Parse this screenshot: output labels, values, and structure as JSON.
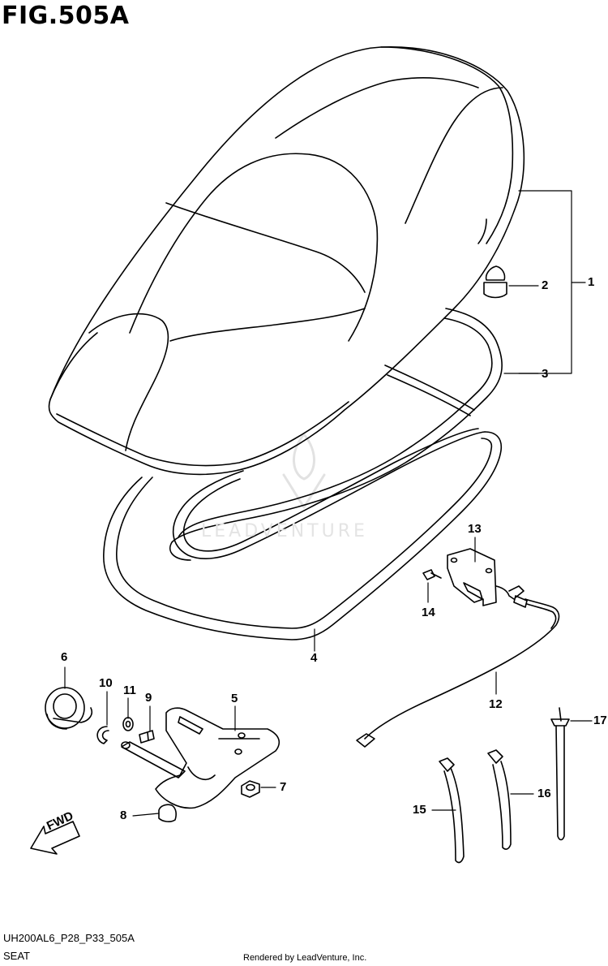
{
  "figure": {
    "title": "FIG.505A"
  },
  "footer": {
    "code": "UH200AL6_P28_P33_505A",
    "caption": "SEAT",
    "credit": "Rendered by LeadVenture, Inc."
  },
  "watermark": {
    "text": "LEADVENTURE"
  },
  "direction": {
    "label": "FWD"
  },
  "callouts": {
    "c1": "1",
    "c2": "2",
    "c3": "3",
    "c4": "4",
    "c5": "5",
    "c6": "6",
    "c7": "7",
    "c8": "8",
    "c9": "9",
    "c10": "10",
    "c11": "11",
    "c12": "12",
    "c13": "13",
    "c14": "14",
    "c15": "15",
    "c16": "16",
    "c17": "17"
  }
}
